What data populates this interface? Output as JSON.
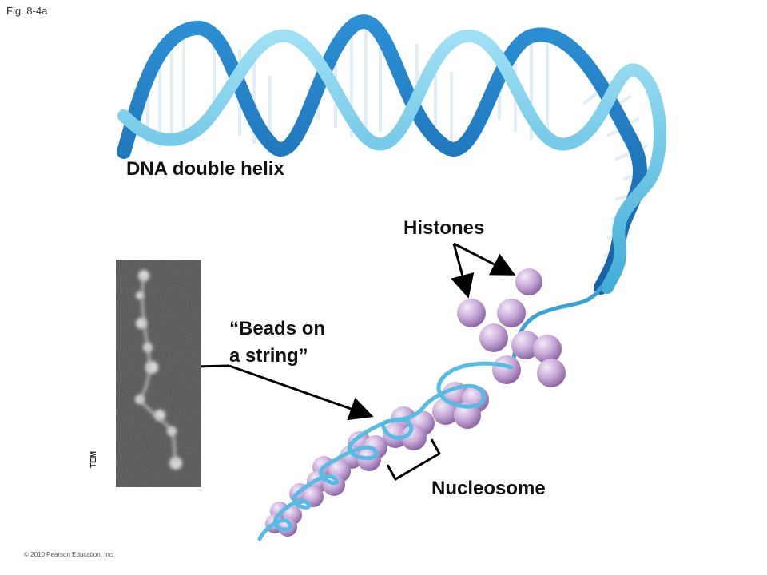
{
  "figure": {
    "fig_label": "Fig. 8-4a",
    "copyright": "© 2010 Pearson Education, Inc."
  },
  "labels": {
    "dna_double_helix": "DNA double helix",
    "histones": "Histones",
    "beads_line1": "“Beads on",
    "beads_line2": "a string”",
    "nucleosome": "Nucleosome",
    "tem": "TEM"
  },
  "colors": {
    "dark_strand": "#1f7fc6",
    "light_strand": "#5fc4e6",
    "rung": "#dde7f0",
    "histone": "#c7a8d6",
    "histone_highlight": "#f0e6f5",
    "arrow": "#000000",
    "micrograph_bg": "#4a4a4a"
  }
}
